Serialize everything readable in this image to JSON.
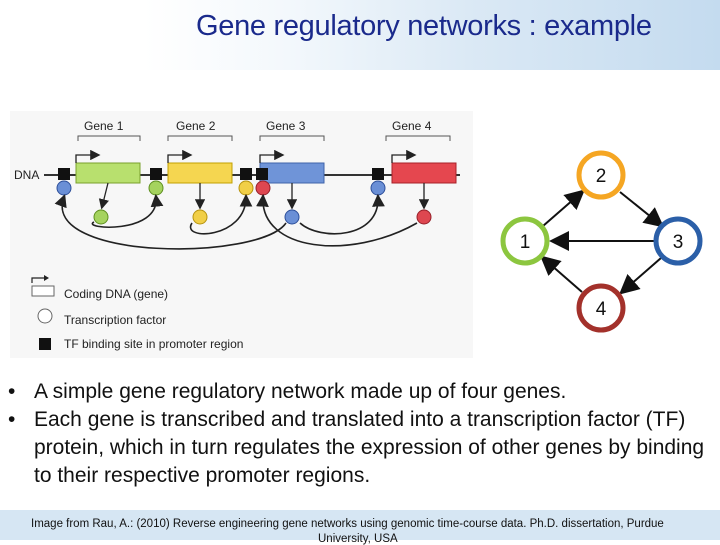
{
  "slide": {
    "title": "Gene regulatory networks : example"
  },
  "figure": {
    "gene_labels": [
      "Gene 1",
      "Gene 2",
      "Gene 3",
      "Gene 4"
    ],
    "dna_label": "DNA",
    "legend": [
      {
        "label": "Coding DNA (gene)",
        "icon": "arrow-bar-icon"
      },
      {
        "label": "Transcription factor",
        "icon": "circle-icon"
      },
      {
        "label": "TF binding site in promoter region",
        "icon": "black-square-icon"
      }
    ],
    "colors": {
      "gene1": "#b8e06e",
      "gene2": "#f5d650",
      "gene3": "#6f94d8",
      "gene4": "#e5474f",
      "tf_blue": "#6a8fd6",
      "tf_green": "#a5d35e",
      "tf_yellow": "#f1cf47",
      "tf_red": "#de4750"
    }
  },
  "network": {
    "nodes": [
      {
        "label": "1",
        "color": "#8cc63f"
      },
      {
        "label": "2",
        "color": "#f5a623"
      },
      {
        "label": "3",
        "color": "#2b5fa8"
      },
      {
        "label": "4",
        "color": "#a3312b"
      }
    ],
    "edges": [
      {
        "from": "1",
        "to": "2"
      },
      {
        "from": "2",
        "to": "3"
      },
      {
        "from": "3",
        "to": "4"
      },
      {
        "from": "4",
        "to": "1"
      },
      {
        "from": "3",
        "to": "1"
      }
    ]
  },
  "bullets": [
    "A simple gene regulatory network made up of four genes.",
    "Each gene is transcribed and translated into a transcription factor (TF) protein, which in turn regulates the expression of other genes by binding to their respective promoter regions."
  ],
  "footer": {
    "citation_line1": "Image from Rau, A.: (2010) Reverse engineering gene networks using genomic time-course data. Ph.D. dissertation, Purdue",
    "citation_line2": "University, USA"
  }
}
